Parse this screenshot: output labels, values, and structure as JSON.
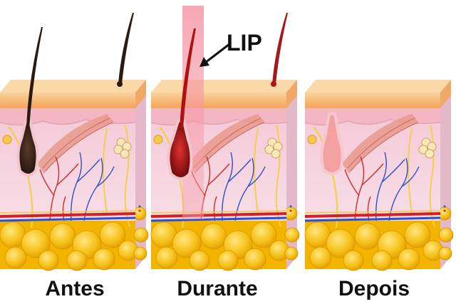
{
  "labels": {
    "before": "Antes",
    "during": "Durante",
    "after": "Depois",
    "treatment": "LIP"
  },
  "colors": {
    "skin_top": "#f7b36a",
    "dermis": "#f6d3df",
    "epidermis_band": "#f5c2cc",
    "fat": "#f4b400",
    "hair_before": "#2a1a12",
    "hair_during": "#b01010",
    "follicle_after": "#f2a0a0",
    "light_beam": "#f48a9a",
    "artery": "#d0202a",
    "vein": "#2a4fd0"
  },
  "icons": [
    "skin-cross-section",
    "hair-follicle",
    "light-beam",
    "arrow"
  ]
}
